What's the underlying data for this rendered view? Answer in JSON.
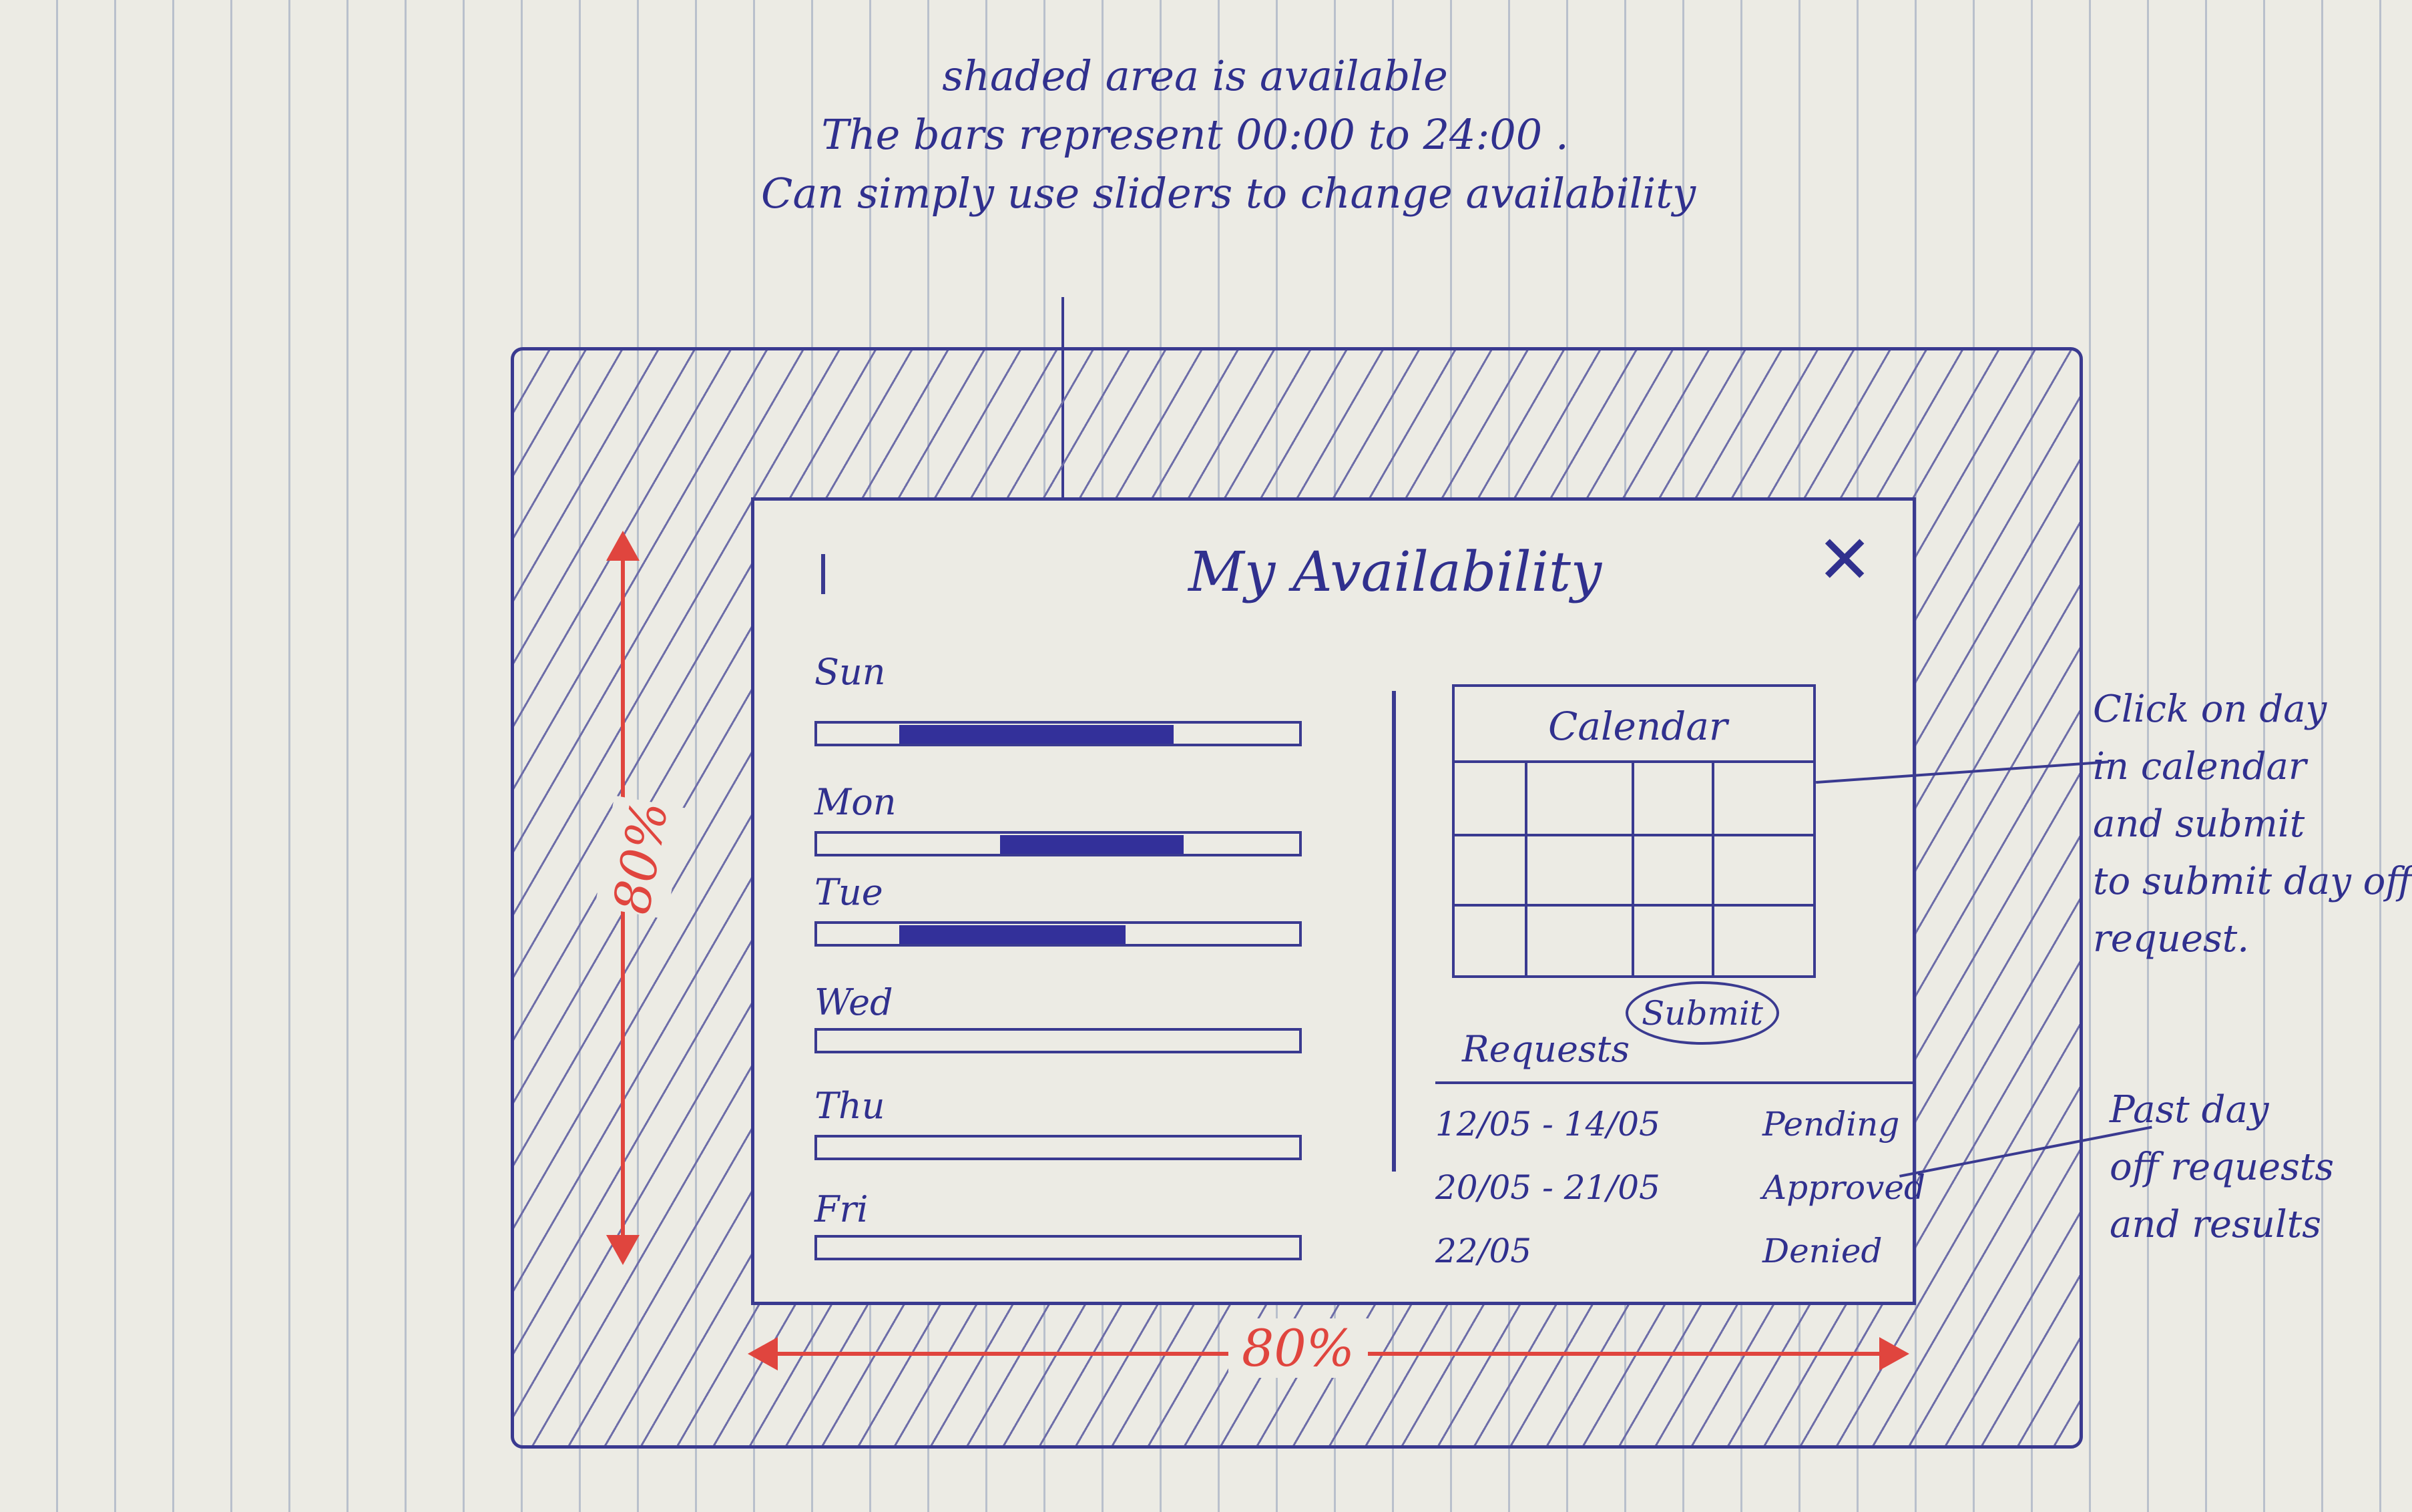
{
  "notes": {
    "top": [
      "shaded area is available",
      "The bars represent 00:00 to 24:00 .",
      "Can simply use sliders to change availability"
    ],
    "calendar_note": [
      "Click on day",
      "in calendar",
      "and submit",
      "to submit day off",
      "request."
    ],
    "requests_note": [
      "Past day",
      "off requests",
      "and results"
    ],
    "dimension_width": "80%",
    "dimension_height": "80%"
  },
  "modal": {
    "title": "My Availability",
    "close_icon": "close-icon"
  },
  "availability": [
    {
      "day": "Sun",
      "start": 0.17,
      "end": 0.74
    },
    {
      "day": "Mon",
      "start": 0.38,
      "end": 0.76
    },
    {
      "day": "Tue",
      "start": 0.17,
      "end": 0.64
    },
    {
      "day": "Wed",
      "start": null,
      "end": null
    },
    {
      "day": "Thu",
      "start": null,
      "end": null
    },
    {
      "day": "Fri",
      "start": null,
      "end": null
    }
  ],
  "calendar": {
    "title": "Calendar"
  },
  "submit_label": "Submit",
  "requests": {
    "title": "Requests",
    "rows": [
      {
        "dates": "12/05 - 14/05",
        "status": "Pending"
      },
      {
        "dates": "20/05 - 21/05",
        "status": "Approved"
      },
      {
        "dates": "22/05",
        "status": "Denied"
      }
    ]
  },
  "colors": {
    "ink": "#30308e",
    "annotation": "#e0453e",
    "paper": "#ecebe4"
  }
}
